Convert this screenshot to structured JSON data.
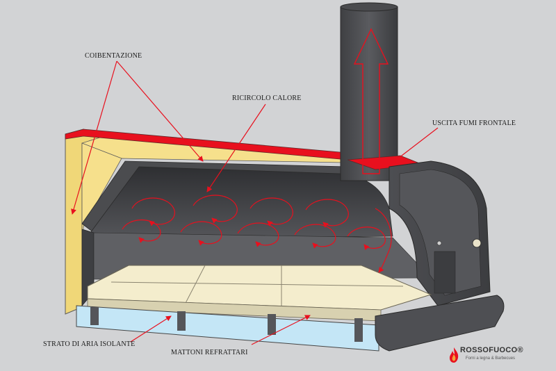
{
  "labels": {
    "coibentazione": "COIBENTAZIONE",
    "ricircolo": "RICIRCOLO  CALORE",
    "uscita_fumi": "USCITA FUMI FRONTALE",
    "strato_aria": "STRATO DI ARIA ISOLANTE",
    "mattoni": "MATTONI REFRATTARI"
  },
  "logo": {
    "brand": "ROSSOFUOCO®",
    "tagline": "Forni a legna & Barbecues"
  },
  "colors": {
    "background": "#d2d3d5",
    "insulation": "#f6e08c",
    "insulation_top": "#e8101e",
    "steel_dark": "#4b4c4f",
    "steel_mid": "#5f6064",
    "bricks": "#f4edcd",
    "air_gap": "#c4e6f6",
    "leader_line": "#e8101e"
  }
}
